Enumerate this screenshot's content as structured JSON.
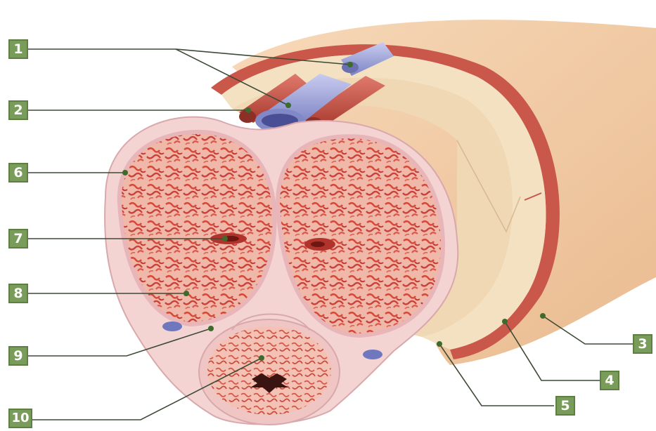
{
  "labels": {
    "n1": "1",
    "n2": "2",
    "n3": "3",
    "n4": "4",
    "n5": "5",
    "n6": "6",
    "n7": "7",
    "n8": "8",
    "n9": "9",
    "n10": "10"
  },
  "colors": {
    "label_box": "#7a9c5a",
    "leader_line": "#3d4a35",
    "skin": "#f2cda9",
    "fascia_red": "#c9574a",
    "tunica": "#f3d4d3",
    "erectile_tissue": "#d95a4a",
    "vein": "#9aa1d6",
    "artery": "#c94c3f"
  }
}
